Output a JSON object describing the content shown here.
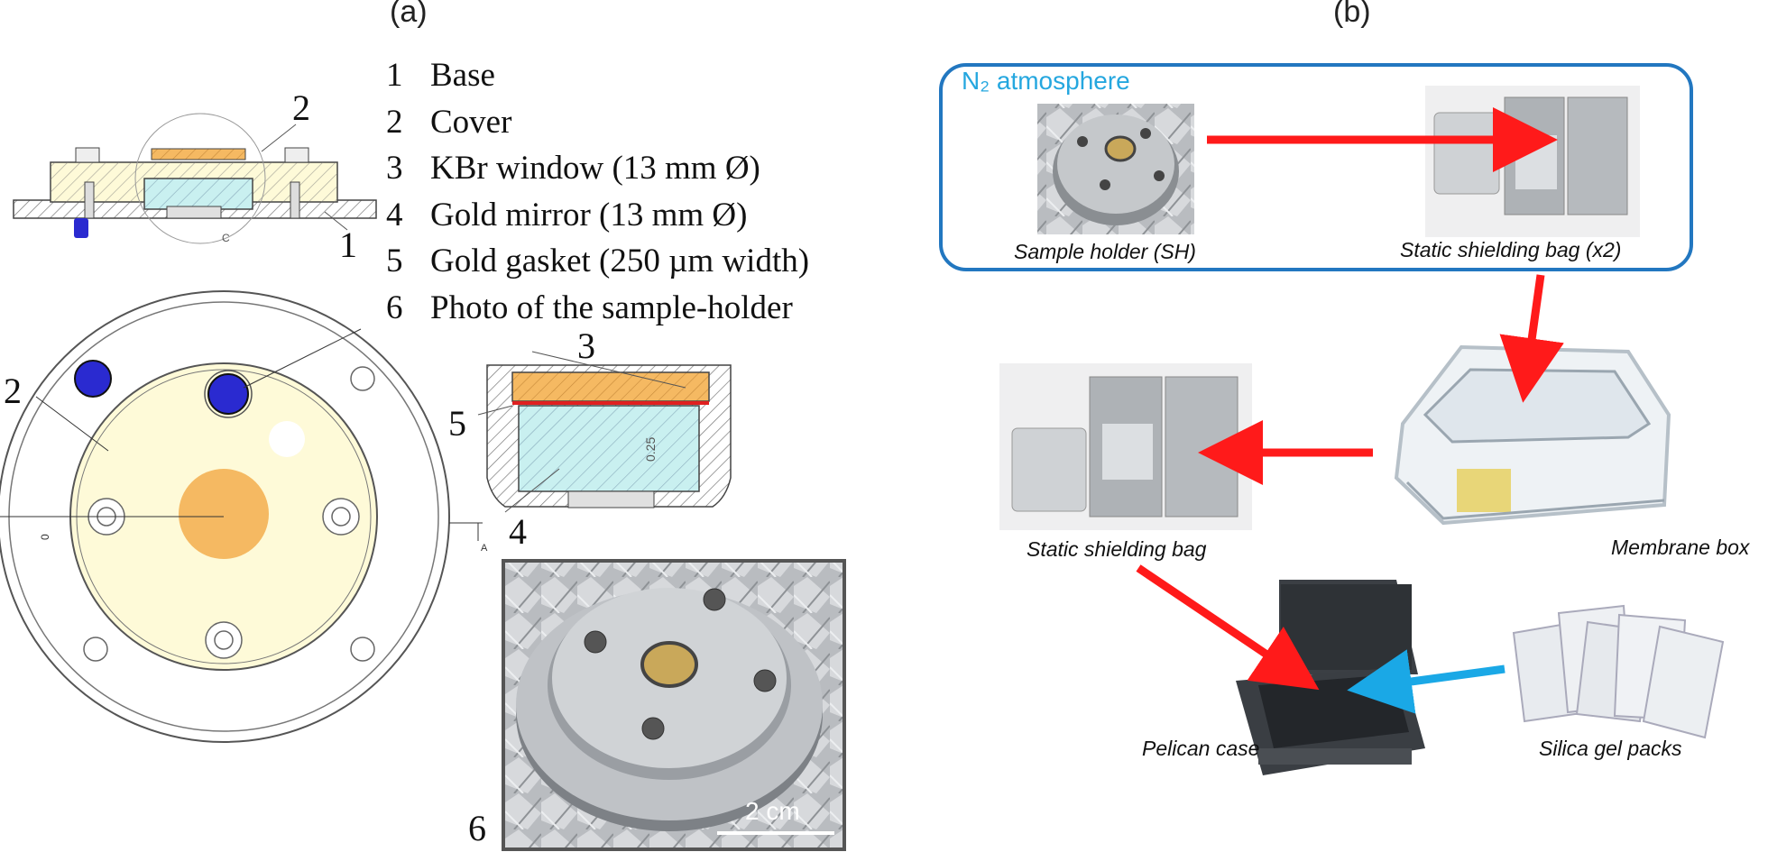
{
  "panels": {
    "a": "(a)",
    "b": "(b)"
  },
  "legend": [
    {
      "num": "1",
      "text": "Base"
    },
    {
      "num": "2",
      "text": "Cover"
    },
    {
      "num": "3",
      "text": "KBr window (13 mm Ø)"
    },
    {
      "num": "4",
      "text": "Gold mirror (13 mm Ø)"
    },
    {
      "num": "5",
      "text": "Gold gasket (250 µm width)"
    },
    {
      "num": "6",
      "text": "Photo of the sample-holder"
    }
  ],
  "callouts": {
    "top_view_2": "2",
    "side_view_1": "1",
    "plan_view_2": "2",
    "detail_3": "3",
    "detail_5": "5",
    "detail_4": "4",
    "photo_6": "6"
  },
  "drawing_marks": {
    "detail_c": "C",
    "dim_025": "0.25",
    "section_a": "A",
    "dim_0": "0"
  },
  "photo": {
    "scale_bar": "2 cm"
  },
  "panel_b": {
    "atmosphere_label": "N₂ atmosphere",
    "captions": {
      "sample_holder": "Sample holder (SH)",
      "static_bag_x2": "Static shielding bag (x2)",
      "static_bag": "Static shielding bag",
      "membrane_box": "Membrane box",
      "pelican_case": "Pelican case",
      "silica_gel": "Silica gel packs"
    }
  },
  "colors": {
    "cover_fill": "#fefad8",
    "window_orange": "#f5b962",
    "mirror_cyan": "#c9f0f0",
    "screw_blue": "#2a2ad0",
    "arrow_red": "#ff1a1a",
    "arrow_blue": "#1aa8e6",
    "n2_box": "#2277c0"
  }
}
